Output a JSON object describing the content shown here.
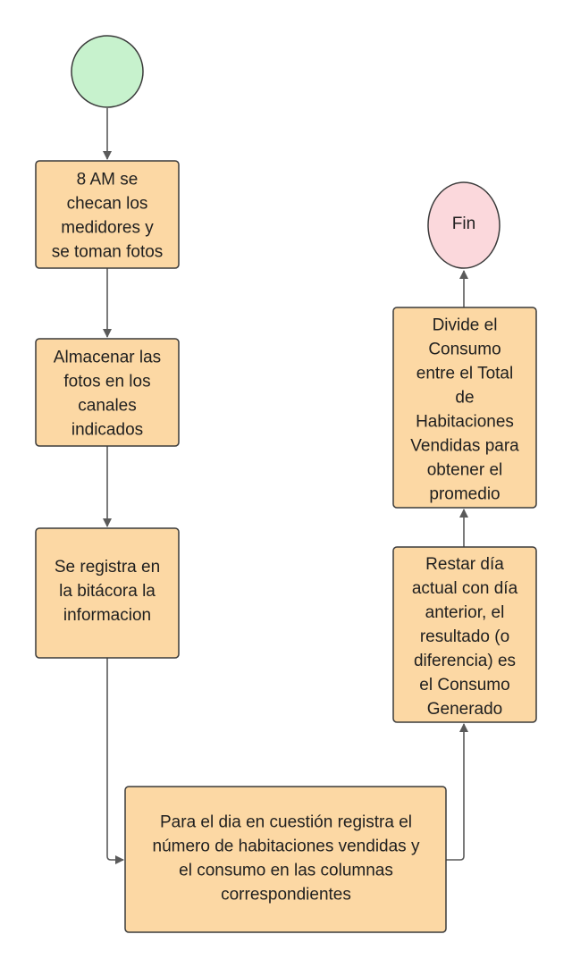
{
  "diagram": {
    "colors": {
      "start_fill": "#c7f2cd",
      "end_fill": "#fbd8dc",
      "box_fill": "#fcd8a4",
      "stroke": "#3a3a3a",
      "arrow": "#5a5a5a"
    },
    "start_node": {
      "label": ""
    },
    "end_node": {
      "label": "Fin"
    },
    "steps": [
      {
        "id": "step1",
        "lines": [
          "8 AM se",
          "checan los",
          "medidores y",
          "se toman fotos"
        ]
      },
      {
        "id": "step2",
        "lines": [
          "Almacenar las",
          "fotos en los",
          "canales",
          "indicados"
        ]
      },
      {
        "id": "step3",
        "lines": [
          "Se registra en",
          "la bitácora la",
          "informacion"
        ]
      },
      {
        "id": "step4",
        "lines": [
          "Para el dia en cuestión registra el",
          "número de habitaciones vendidas y",
          "el consumo en las columnas",
          "correspondientes"
        ]
      },
      {
        "id": "step5",
        "lines": [
          "Restar día",
          "actual con día",
          "anterior, el",
          "resultado (o",
          "diferencia) es",
          "el Consumo",
          "Generado"
        ]
      },
      {
        "id": "step6",
        "lines": [
          "Divide el",
          "Consumo",
          "entre el Total",
          "de",
          "Habitaciones",
          "Vendidas para",
          "obtener el",
          "promedio"
        ]
      }
    ]
  }
}
